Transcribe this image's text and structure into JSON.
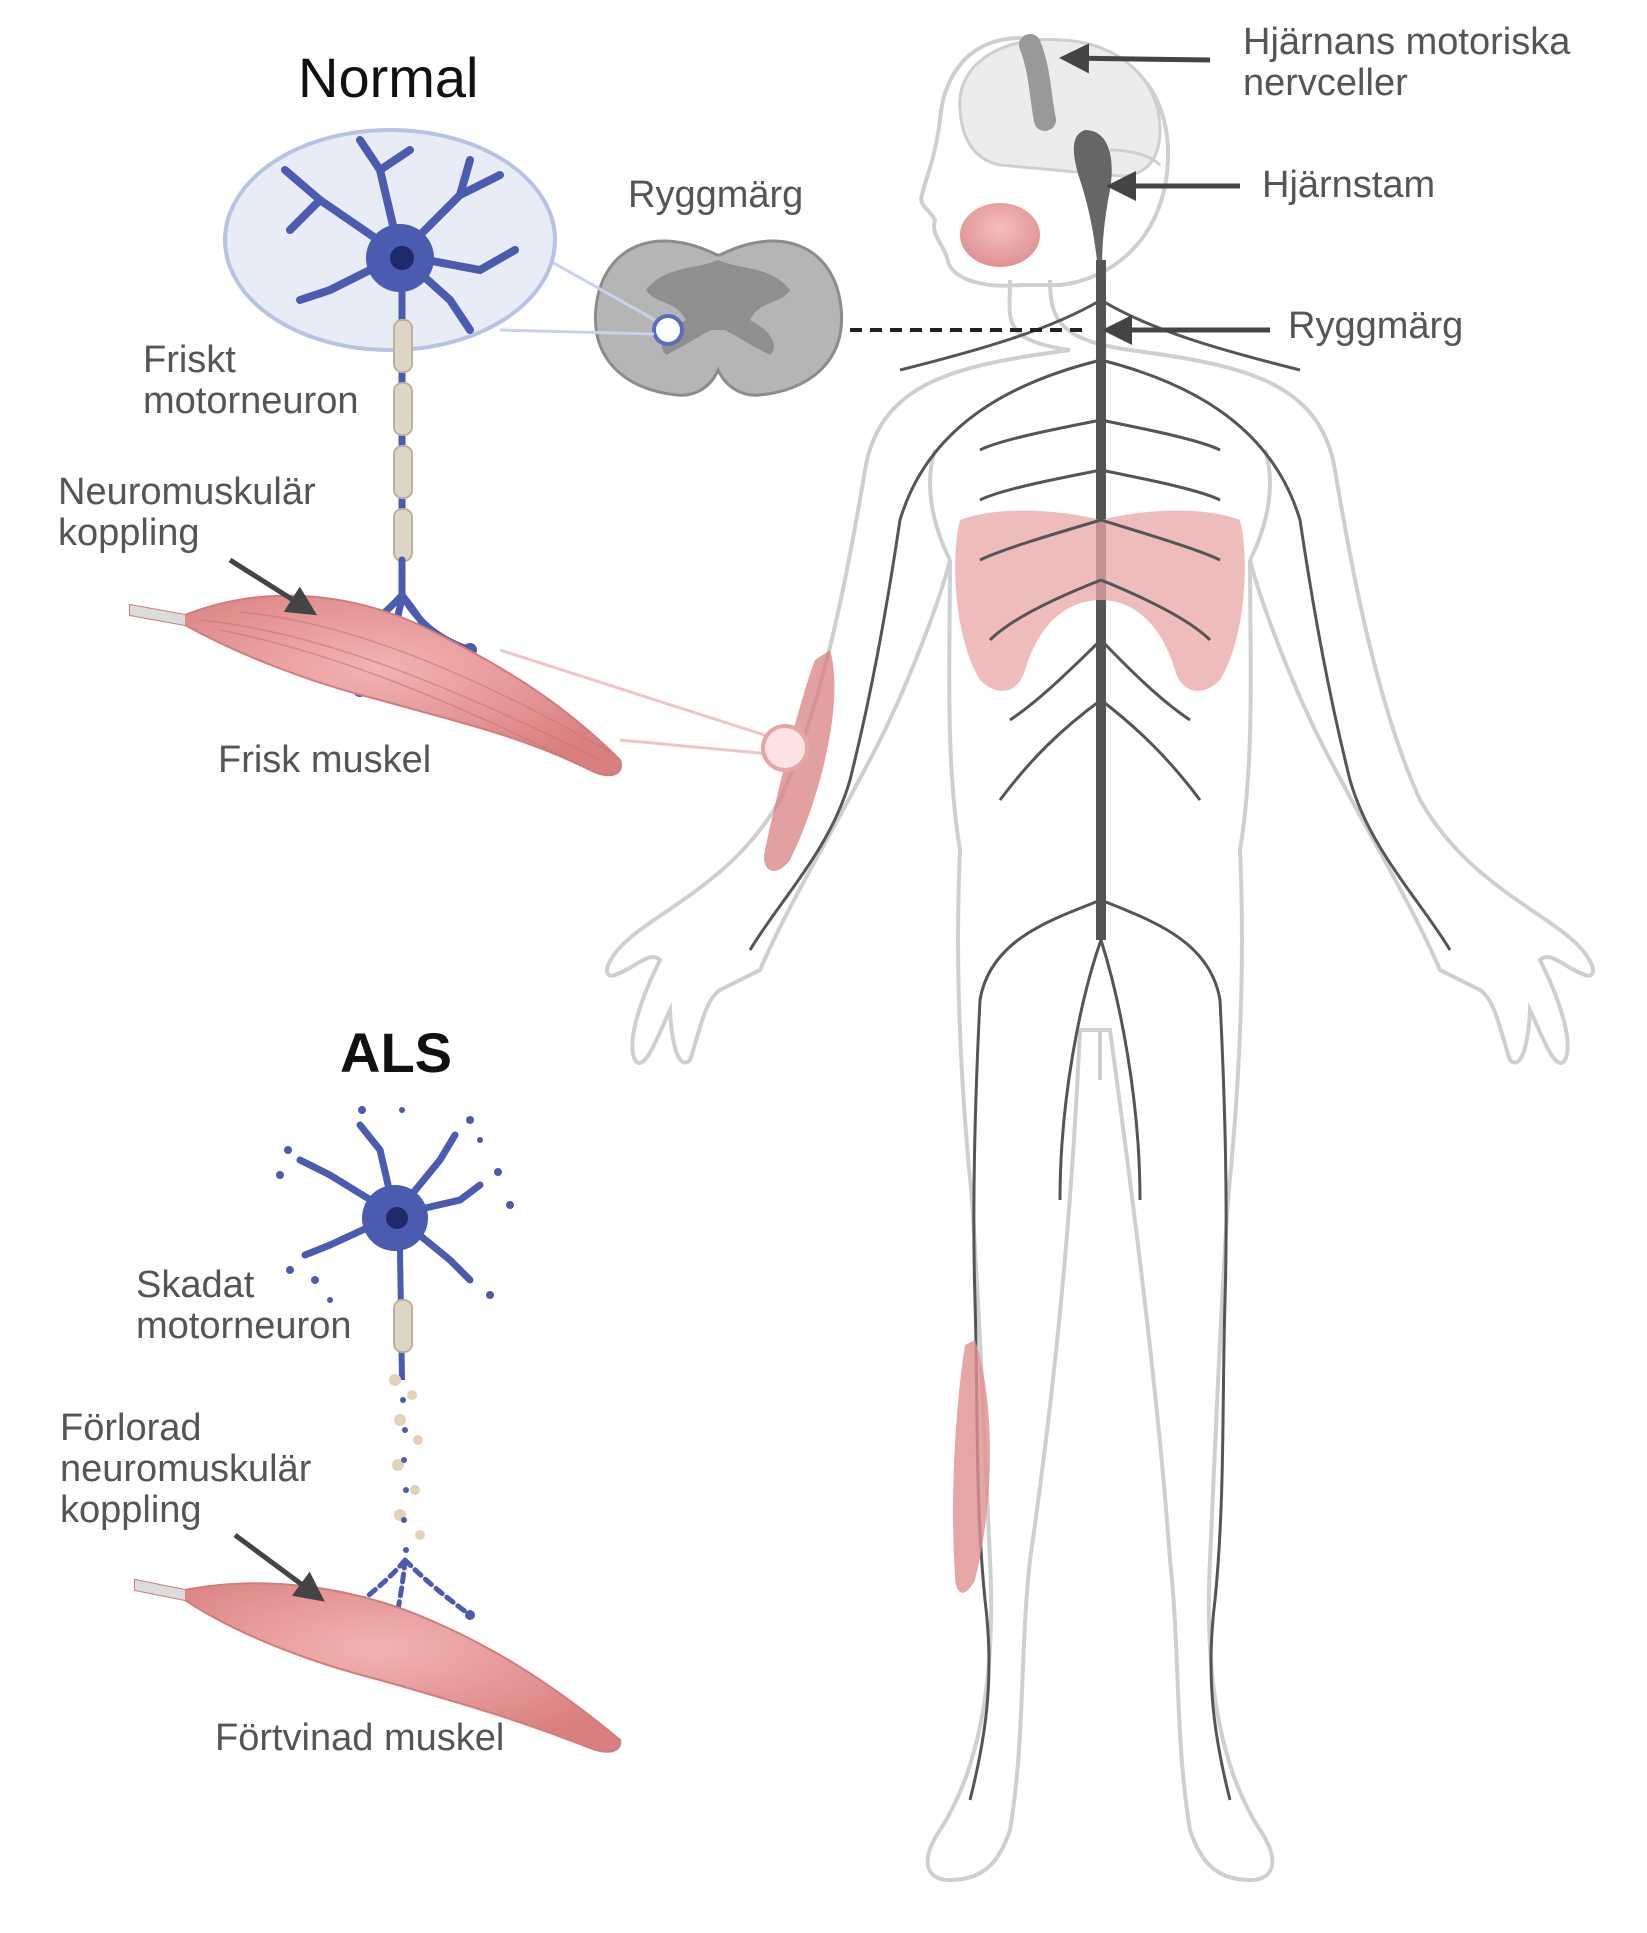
{
  "panels": {
    "normal": {
      "title": "Normal",
      "neuron_label": "Friskt\nmotorneuron",
      "junction_label": "Neuromuskulär\nkoppling",
      "muscle_label": "Frisk muskel"
    },
    "als": {
      "title": "ALS",
      "neuron_label": "Skadat\nmotorneuron",
      "junction_label": "Förlorad\nneuromuskulär\nkoppling",
      "muscle_label": "Förtvinad muskel"
    }
  },
  "spinal_cross_section": {
    "label": "Ryggmärg"
  },
  "body_labels": {
    "motor_cortex": "Hjärnans motoriska\nnervceller",
    "brainstem": "Hjärnstam",
    "spinal_cord": "Ryggmärg"
  },
  "colors": {
    "neuron": "#4a5bb0",
    "myelin": "#ddd5c6",
    "muscle": "#e49a9a",
    "nerve": "#555555",
    "body_outline": "#cccccc",
    "text": "#555555"
  }
}
